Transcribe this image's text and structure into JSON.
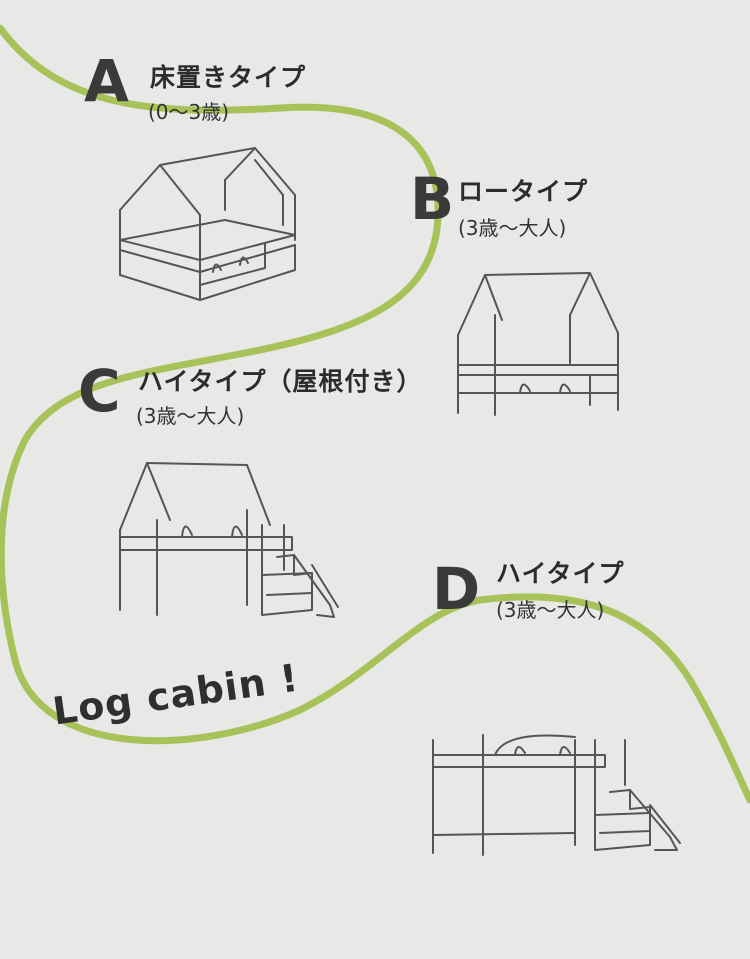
{
  "sections": [
    {
      "letter": "A",
      "title": "床置きタイプ",
      "age": "(0～3歳)"
    },
    {
      "letter": "B",
      "title": "ロータイプ",
      "age": "(3歳～大人)"
    },
    {
      "letter": "C",
      "title": "ハイタイプ（屋根付き）",
      "age": "(3歳～大人)"
    },
    {
      "letter": "D",
      "title": "ハイタイプ",
      "age": "(3歳～大人)"
    }
  ],
  "slogan": "Log cabin !",
  "colors": {
    "background": "#e8e8e6",
    "curve": "#a8c25a",
    "text": "#2c2c2c",
    "line_art": "#555555"
  },
  "icons": [
    "floor-bed-icon",
    "low-bed-icon",
    "high-bed-roof-icon",
    "high-bed-icon"
  ]
}
